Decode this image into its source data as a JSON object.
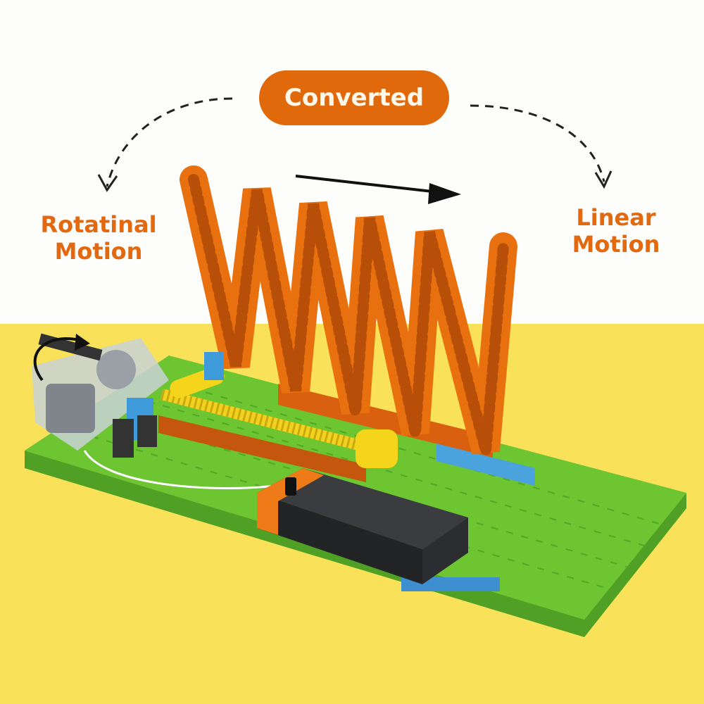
{
  "badge": {
    "label": "Converted"
  },
  "left_label": {
    "line1": "Rotatinal",
    "line2": "Motion"
  },
  "right_label": {
    "line1": "Linear",
    "line2": "Motion"
  },
  "colors": {
    "accent": "#e0690c",
    "yellow": "#f9e15a",
    "beam": "#f07a1a",
    "plate": "#6cc531",
    "battery": "#2d2f31"
  }
}
